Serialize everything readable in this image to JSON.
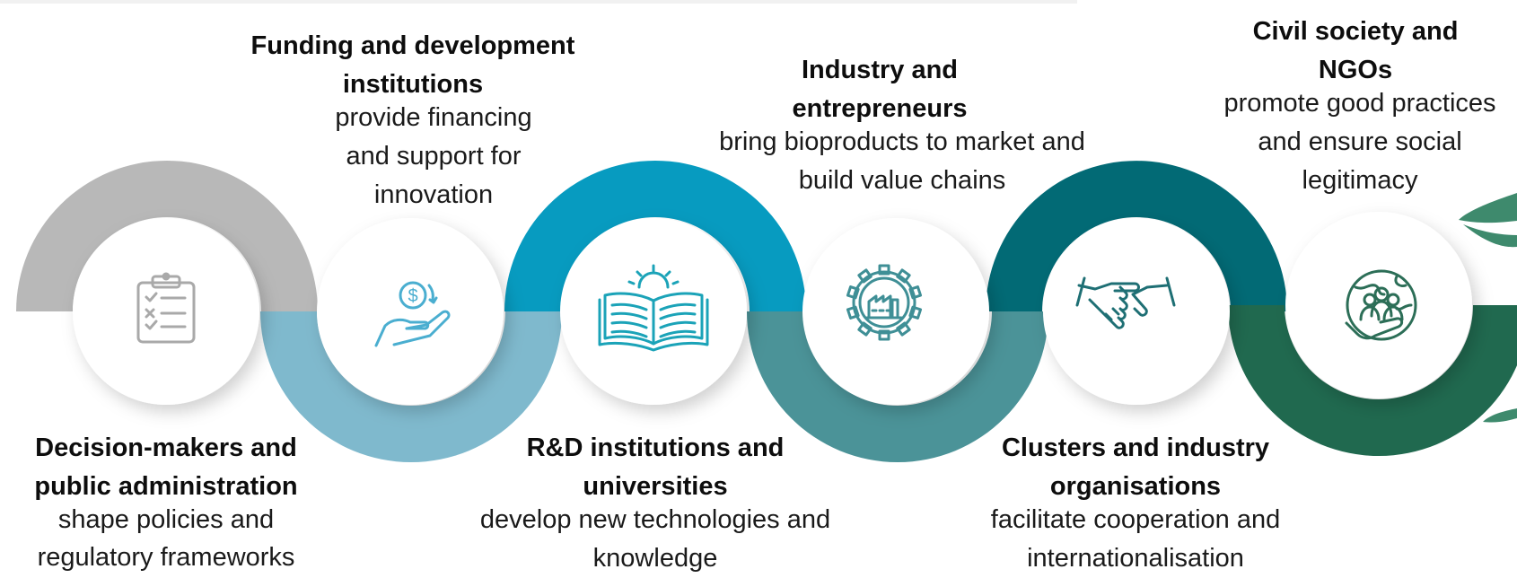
{
  "colors": {
    "segments": [
      "#b8b8b8",
      "#7fb9cd",
      "#079bc0",
      "#4b9398",
      "#026a75",
      "#20694f"
    ],
    "icon_gray": "#a9a9a9",
    "icon_teal": "#2a9fb0",
    "icon_green": "#2c6e57"
  },
  "stakeholders": [
    {
      "title": "Decision-makers and public administration",
      "desc": "shape policies and regulatory frameworks",
      "icon": "clipboard-checklist-icon"
    },
    {
      "title": "Funding and development institutions",
      "desc": "provide financing and support for innovation",
      "icon": "hand-coin-icon"
    },
    {
      "title": "R&D institutions and universities",
      "desc": "develop new technologies and knowledge",
      "icon": "open-book-icon"
    },
    {
      "title": "Industry and entrepreneurs",
      "desc": "bring bioproducts to market and build value chains",
      "icon": "gear-factory-icon"
    },
    {
      "title": "Clusters and industry organisations",
      "desc": "facilitate cooperation and internationalisation",
      "icon": "handshake-icon"
    },
    {
      "title": "Civil society and NGOs",
      "desc": "promote good practices and ensure social legitimacy",
      "icon": "globe-community-icon"
    }
  ]
}
